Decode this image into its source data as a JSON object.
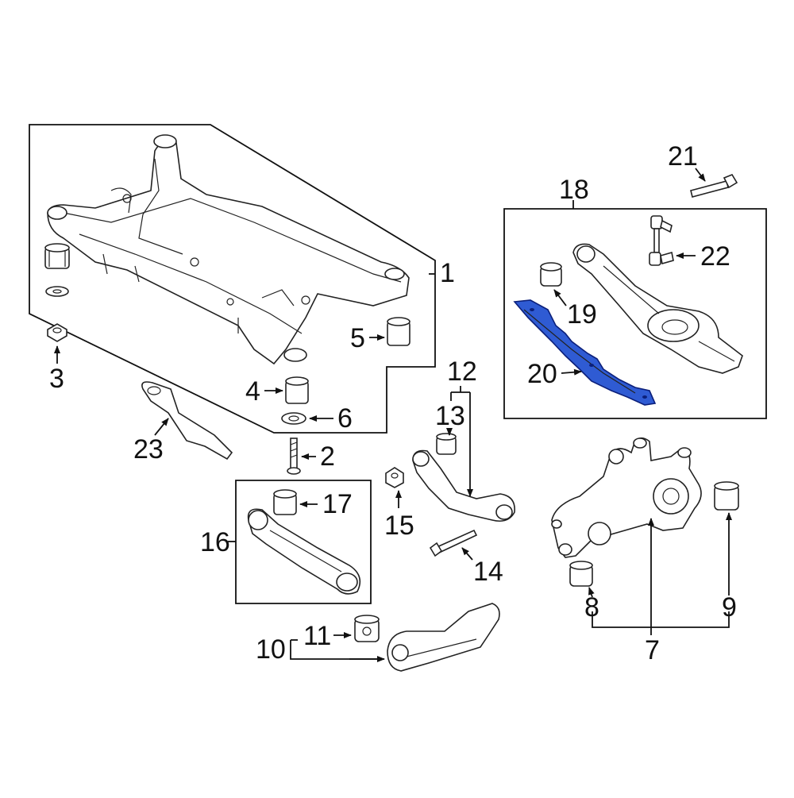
{
  "highlight_color": "#2f5bd3",
  "callouts": {
    "c1": "1",
    "c2": "2",
    "c3": "3",
    "c4": "4",
    "c5": "5",
    "c6": "6",
    "c7": "7",
    "c8": "8",
    "c9": "9",
    "c10": "10",
    "c11": "11",
    "c12": "12",
    "c13": "13",
    "c14": "14",
    "c15": "15",
    "c16": "16",
    "c17": "17",
    "c18": "18",
    "c19": "19",
    "c20": "20",
    "c21": "21",
    "c22": "22",
    "c23": "23"
  }
}
